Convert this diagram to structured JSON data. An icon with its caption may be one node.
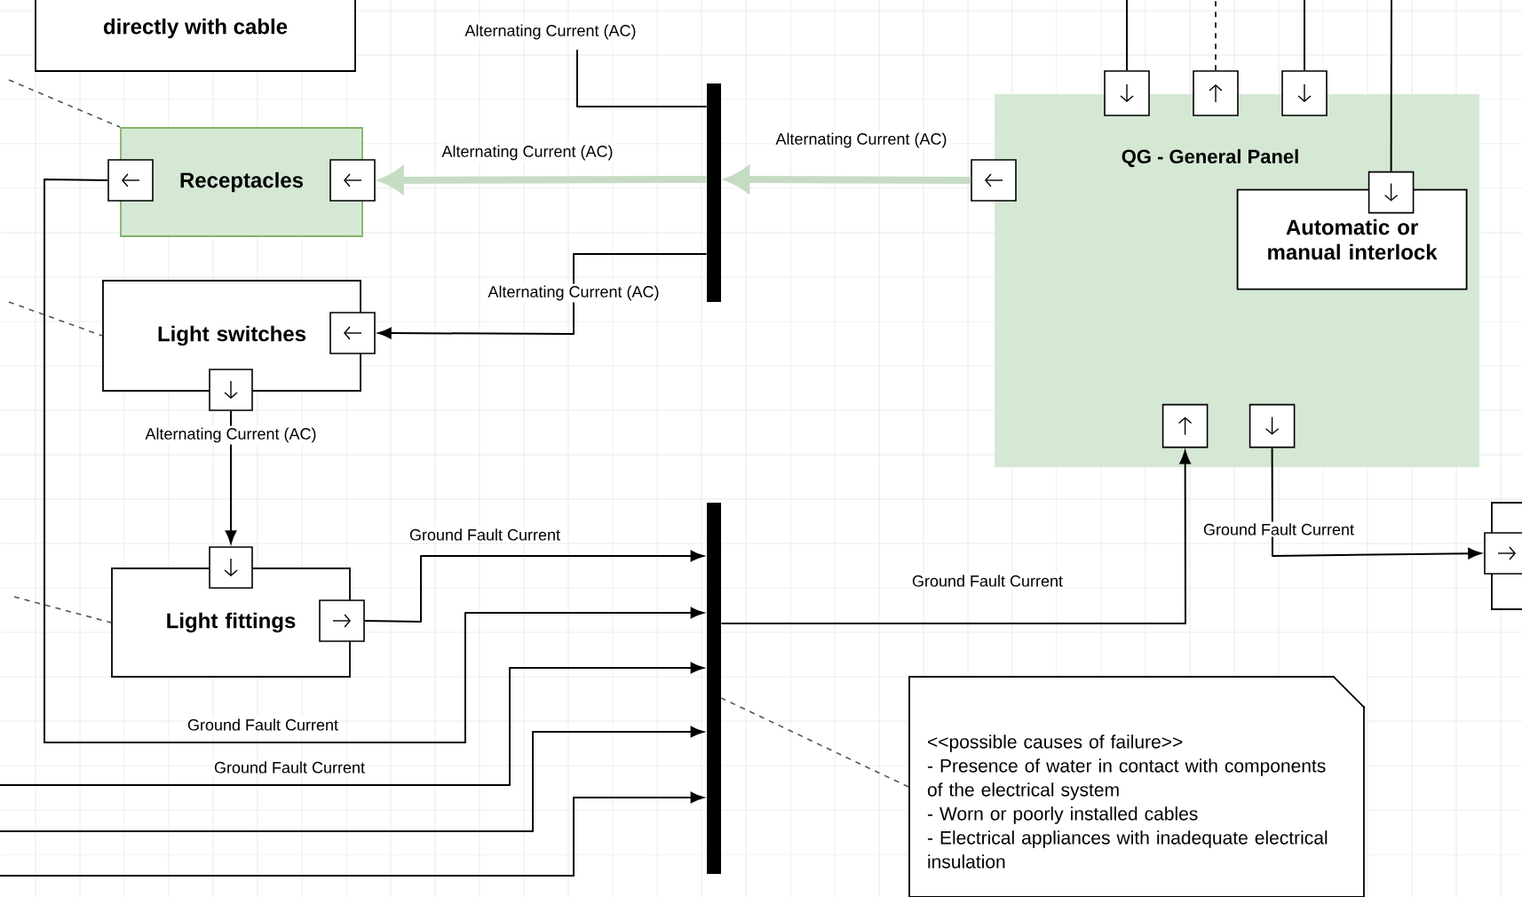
{
  "diagram": {
    "nodes": [
      {
        "text": [
          "directly with cable"
        ]
      },
      {
        "text": [
          "Receptacles"
        ]
      },
      {
        "text": [],
        "shape": "box"
      },
      {
        "text": [],
        "shape": "box"
      },
      {
        "text": [
          "Light switches"
        ]
      },
      {
        "text": [],
        "shape": "box"
      },
      {
        "text": [],
        "shape": "box"
      },
      {
        "text": [
          "Light fittings"
        ]
      },
      {
        "text": [],
        "shape": "box"
      },
      {
        "text": [],
        "shape": "box"
      },
      {
        "text": [],
        "shape": "bar"
      },
      {
        "text": [
          "QG - General Panel"
        ]
      },
      {
        "text": [],
        "shape": "box"
      },
      {
        "text": [],
        "shape": "box"
      },
      {
        "text": [],
        "shape": "box"
      },
      {
        "text": [],
        "shape": "box"
      },
      {
        "text": [
          "Automatic or manual interlock"
        ],
        "in": 11
      },
      {
        "text": [],
        "shape": "box",
        "in": 11
      },
      {
        "text": [],
        "shape": "box",
        "in": 11
      },
      {
        "text": [],
        "shape": "box",
        "in": 11
      },
      {
        "text": [],
        "shape": "bar"
      },
      {
        "text": [],
        "shape": "box"
      },
      {
        "text": [],
        "shape": "box"
      },
      {
        "text": [
          "<<possible causes of failure>>",
          "- Presence of water in contact with components of the electrical system",
          "- Worn or poorly installed cables",
          "- Electrical appliances with inadequate electrical insulation"
        ]
      }
    ],
    "edges": [
      {
        "from": null,
        "to": 10,
        "arrow": "none",
        "label": "Alternating Current (AC)"
      },
      {
        "from": 12,
        "to": 10,
        "arrow": "to",
        "label": "Alternating Current (AC)",
        "style": "thick",
        "color": "#c5dcc3"
      },
      {
        "from": 10,
        "to": 3,
        "arrow": "to",
        "label": "Alternating Current (AC)",
        "style": "thick",
        "color": "#c5dcc3"
      },
      {
        "from": 10,
        "to": 5,
        "arrow": "to",
        "label": "Alternating Current (AC)"
      },
      {
        "from": 6,
        "to": 8,
        "arrow": "to",
        "label": "Alternating Current (AC)"
      },
      {
        "from": 9,
        "to": 20,
        "arrow": "to",
        "label": "Ground Fault Current"
      },
      {
        "from": 2,
        "to": 20,
        "arrow": "to",
        "label": "Ground Fault Current"
      },
      {
        "from": null,
        "to": 20,
        "arrow": "to",
        "label": "Ground Fault Current"
      },
      {
        "from": null,
        "to": 20,
        "arrow": "to"
      },
      {
        "from": null,
        "to": 20,
        "arrow": "to"
      },
      {
        "from": 20,
        "to": 18,
        "arrow": "to",
        "label": "Ground Fault Current"
      },
      {
        "from": 19,
        "to": 22,
        "arrow": "to",
        "label": "Ground Fault Current"
      },
      {
        "from": null,
        "to": 13,
        "arrow": "none"
      },
      {
        "from": 14,
        "to": null,
        "arrow": "none",
        "style": "dashed"
      },
      {
        "from": null,
        "to": 15,
        "arrow": "none"
      },
      {
        "from": null,
        "to": 17,
        "arrow": "none"
      },
      {
        "from": null,
        "to": 1,
        "arrow": "none",
        "style": "dashed",
        "color": "#555555"
      },
      {
        "from": null,
        "to": 4,
        "arrow": "none",
        "style": "dashed",
        "color": "#555555"
      },
      {
        "from": null,
        "to": 7,
        "arrow": "none",
        "style": "dashed",
        "color": "#555555"
      },
      {
        "from": 23,
        "to": 20,
        "arrow": "none",
        "style": "dashed",
        "color": "#555555"
      }
    ]
  }
}
